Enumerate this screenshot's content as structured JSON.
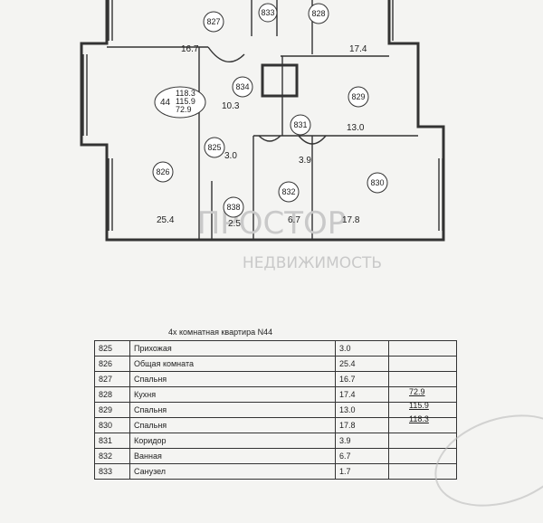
{
  "plan": {
    "rooms": [
      {
        "id": "827",
        "area": "16.7"
      },
      {
        "id": "833",
        "area": ""
      },
      {
        "id": "828",
        "area": "17.4"
      },
      {
        "id": "834",
        "area": "10.3"
      },
      {
        "id": "829",
        "area": "13.0"
      },
      {
        "id": "831",
        "area": "3.9"
      },
      {
        "id": "825",
        "area": "3.0"
      },
      {
        "id": "826",
        "area": "25.4"
      },
      {
        "id": "838",
        "area": "2.5"
      },
      {
        "id": "832",
        "area": "6.7"
      },
      {
        "id": "830",
        "area": "17.8"
      }
    ],
    "apartment": {
      "number": "44",
      "area_total": "118.3",
      "area_gross": "115.9",
      "area_living": "72.9"
    },
    "watermark": {
      "line1": "ПРОСТОР",
      "line2": "НЕДВИЖИМОСТЬ"
    }
  },
  "schedule": {
    "title": "4х комнатная квартира N44",
    "rows": [
      {
        "num": "825",
        "name": "Прихожая",
        "area": "3.0"
      },
      {
        "num": "826",
        "name": "Общая комната",
        "area": "25.4"
      },
      {
        "num": "827",
        "name": "Спальня",
        "area": "16.7"
      },
      {
        "num": "828",
        "name": "Кухня",
        "area": "17.4"
      },
      {
        "num": "829",
        "name": "Спальня",
        "area": "13.0"
      },
      {
        "num": "830",
        "name": "Спальня",
        "area": "17.8"
      },
      {
        "num": "831",
        "name": "Коридор",
        "area": "3.9"
      },
      {
        "num": "832",
        "name": "Ванная",
        "area": "6.7"
      },
      {
        "num": "833",
        "name": "Санузел",
        "area": "1.7"
      }
    ],
    "totals": [
      "72.9",
      "115.9",
      "118.3"
    ]
  }
}
